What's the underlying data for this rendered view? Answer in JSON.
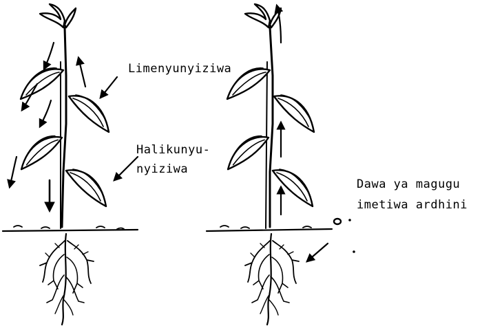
{
  "labels": {
    "fertilized": "Limenyunyiziwa",
    "not_fertilized_line1": "Halikunyu-",
    "not_fertilized_line2": "nyiziwa",
    "herbicide_line1": "Dawa ya magugu",
    "herbicide_line2": "imetiwa ardhini"
  },
  "colors": {
    "ink": "#000000",
    "background": "#ffffff"
  }
}
